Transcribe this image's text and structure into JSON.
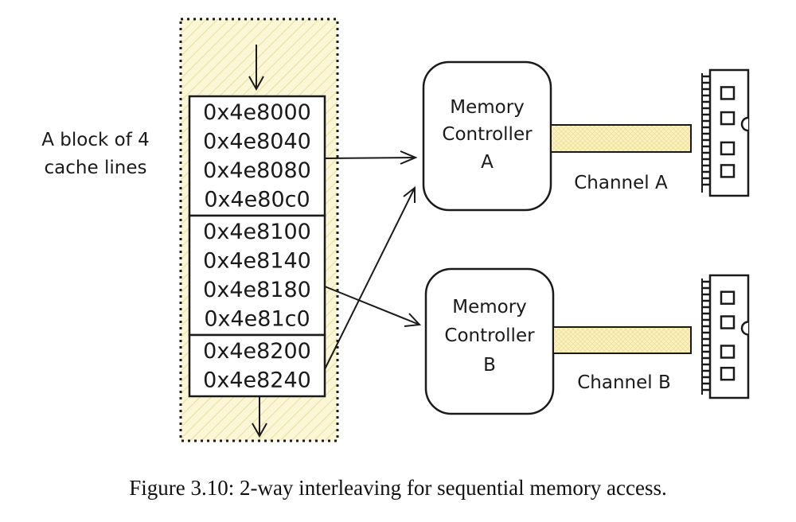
{
  "block_label": [
    "A block of 4",
    "cache lines"
  ],
  "address_groups": [
    [
      "0x4e8000",
      "0x4e8040",
      "0x4e8080",
      "0x4e80c0"
    ],
    [
      "0x4e8100",
      "0x4e8140",
      "0x4e8180",
      "0x4e81c0"
    ],
    [
      "0x4e8200",
      "0x4e8240"
    ]
  ],
  "controllers": [
    {
      "lines": [
        "Memory",
        "Controller",
        "A"
      ],
      "channel": "Channel A"
    },
    {
      "lines": [
        "Memory",
        "Controller",
        "B"
      ],
      "channel": "Channel B"
    }
  ],
  "caption": "Figure 3.10: 2-way interleaving for sequential memory access.",
  "colors": {
    "stroke": "#1a1a1a",
    "hatch_fill": "#fbf6d6",
    "hatch_line": "#eadfa0",
    "channel_fill": "#fbf2c2"
  }
}
